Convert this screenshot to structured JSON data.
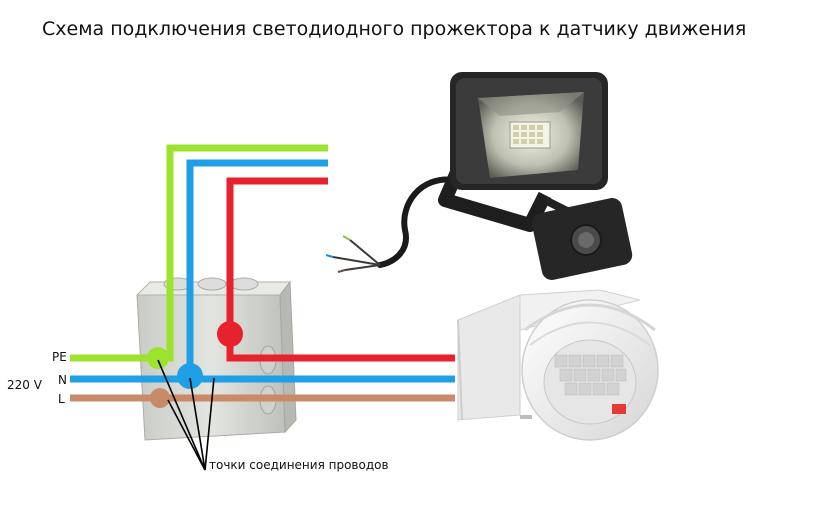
{
  "title": "Схема подключения светодиодного прожектора к датчику движения",
  "labels": {
    "pe": "PE",
    "n": "N",
    "l": "L",
    "voltage": "220 V",
    "connection_points": "точки соединения проводов"
  },
  "colors": {
    "pe_wire": "#9be32c",
    "n_wire": "#1e9fe6",
    "l_wire": "#c98a6a",
    "phase_wire": "#e8212e",
    "junction_box": "#d9dcd6",
    "floodlight_body": "#2a2a2a",
    "sensor_body": "#f2f2f2"
  }
}
